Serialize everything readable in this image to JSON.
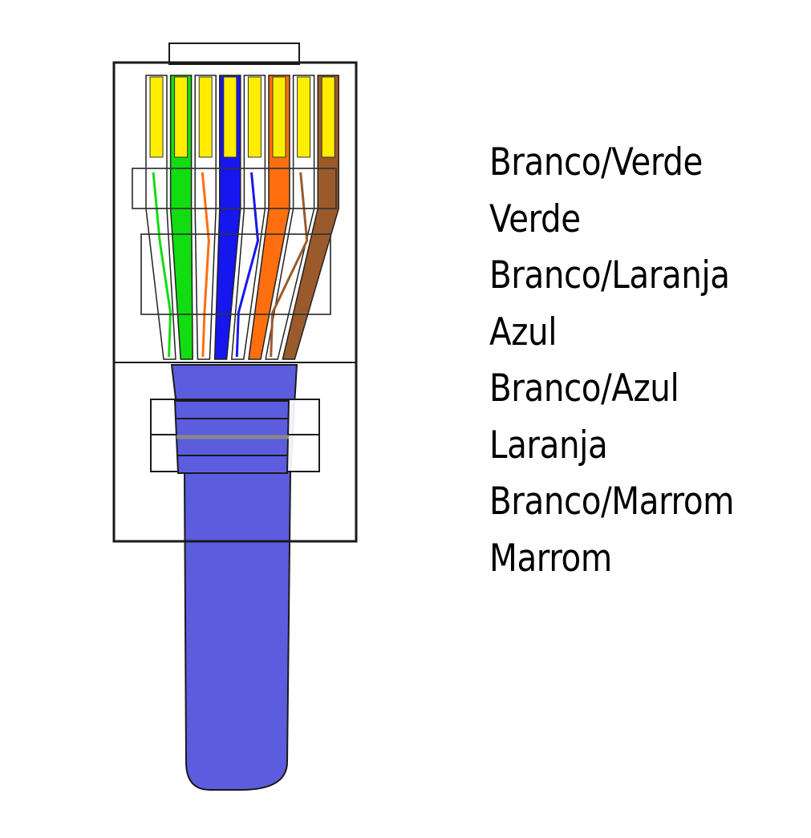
{
  "colors": {
    "white": "#ffffff",
    "green": "#11dd11",
    "orange": "#ff6f0f",
    "blue": "#1616ee",
    "brown": "#9b5a2c",
    "contact_gold": "#ffee00",
    "cable_jacket": "#5c5cdf",
    "outline": "#1a1a1a"
  },
  "wires": [
    {
      "label": "Branco/Verde",
      "base": "white",
      "stripe": "green"
    },
    {
      "label": "Verde",
      "base": "green",
      "stripe": null
    },
    {
      "label": "Branco/Laranja",
      "base": "white",
      "stripe": "orange"
    },
    {
      "label": "Azul",
      "base": "blue",
      "stripe": null
    },
    {
      "label": "Branco/Azul",
      "base": "white",
      "stripe": "blue"
    },
    {
      "label": "Laranja",
      "base": "orange",
      "stripe": null
    },
    {
      "label": "Branco/Marrom",
      "base": "white",
      "stripe": "brown"
    },
    {
      "label": "Marrom",
      "base": "brown",
      "stripe": null
    }
  ]
}
